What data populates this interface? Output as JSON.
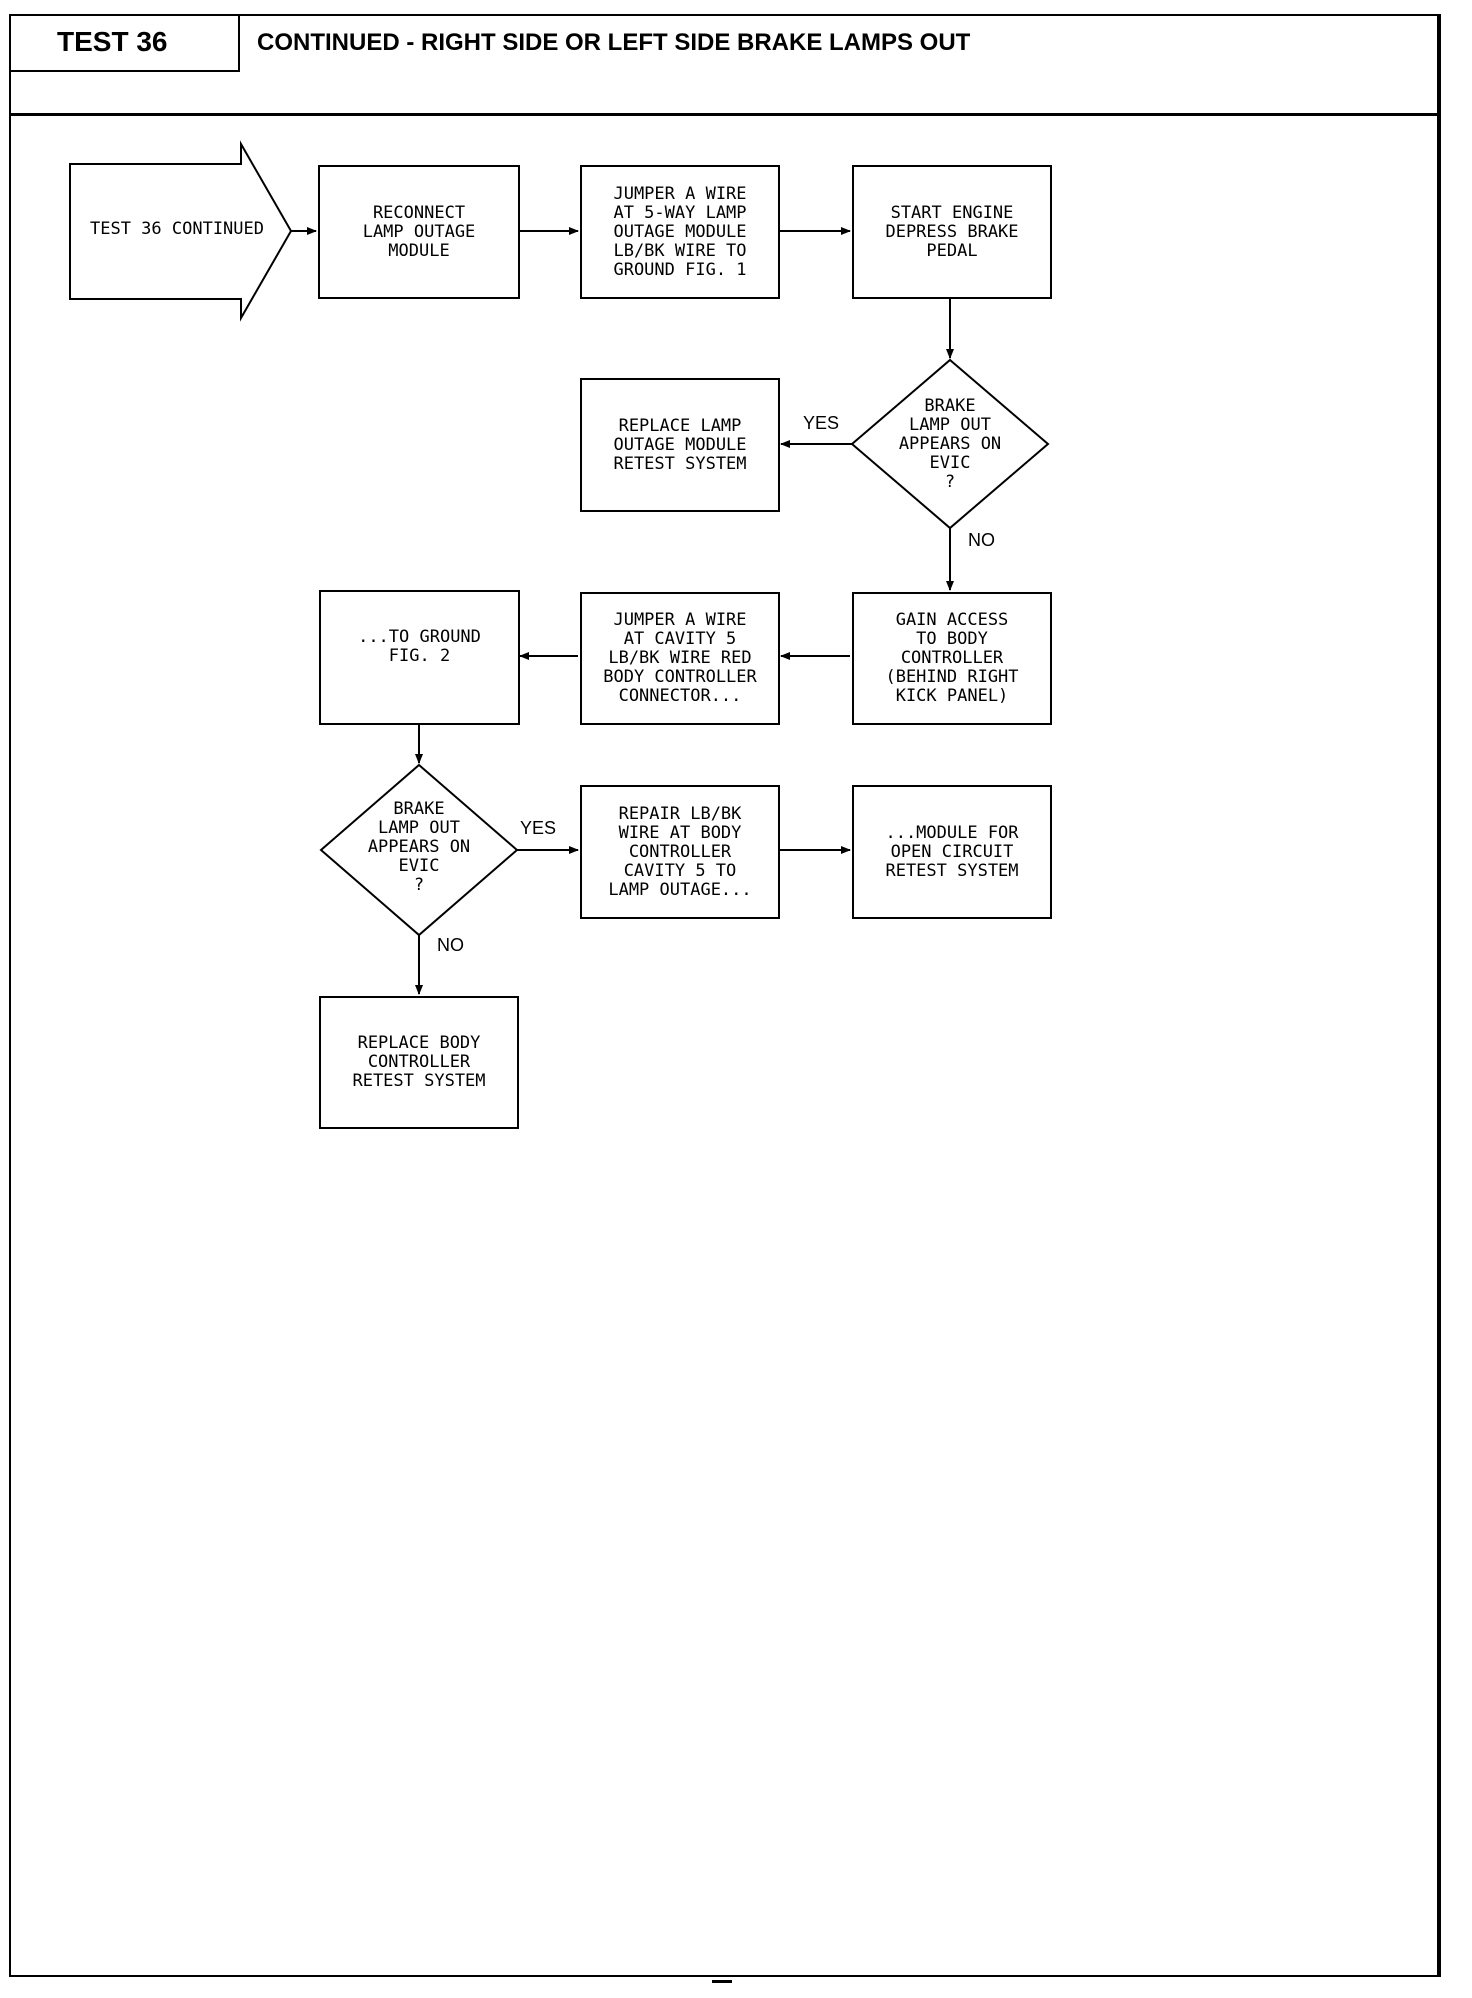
{
  "header": {
    "test_label": "TEST 36",
    "title": "CONTINUED - RIGHT SIDE OR LEFT SIDE BRAKE LAMPS OUT"
  },
  "nodes": {
    "start_arrow": "TEST 36 CONTINUED",
    "reconnect": "RECONNECT\nLAMP OUTAGE\nMODULE",
    "jumper1": "JUMPER A WIRE\nAT 5-WAY LAMP\nOUTAGE MODULE\nLB/BK WIRE TO\nGROUND FIG. 1",
    "start_engine": "START ENGINE\nDEPRESS BRAKE\nPEDAL",
    "decision1": "BRAKE\nLAMP OUT\nAPPEARS ON\nEVIC\n?",
    "replace_module": "REPLACE LAMP\nOUTAGE MODULE\nRETEST SYSTEM",
    "gain_access": "GAIN ACCESS\nTO BODY\nCONTROLLER\n(BEHIND RIGHT\nKICK PANEL)",
    "jumper2": "JUMPER A WIRE\nAT CAVITY 5\nLB/BK WIRE RED\nBODY CONTROLLER\nCONNECTOR...",
    "to_ground": "...TO GROUND\nFIG. 2",
    "decision2": "BRAKE\nLAMP OUT\nAPPEARS ON\nEVIC\n?",
    "repair": "REPAIR LB/BK\nWIRE AT BODY\nCONTROLLER\nCAVITY 5 TO\nLAMP OUTAGE...",
    "module_open": "...MODULE FOR\nOPEN CIRCUIT\nRETEST SYSTEM",
    "replace_body": "REPLACE BODY\nCONTROLLER\nRETEST SYSTEM"
  },
  "edge_labels": {
    "d1_yes": "YES",
    "d1_no": "NO",
    "d2_yes": "YES",
    "d2_no": "NO"
  }
}
